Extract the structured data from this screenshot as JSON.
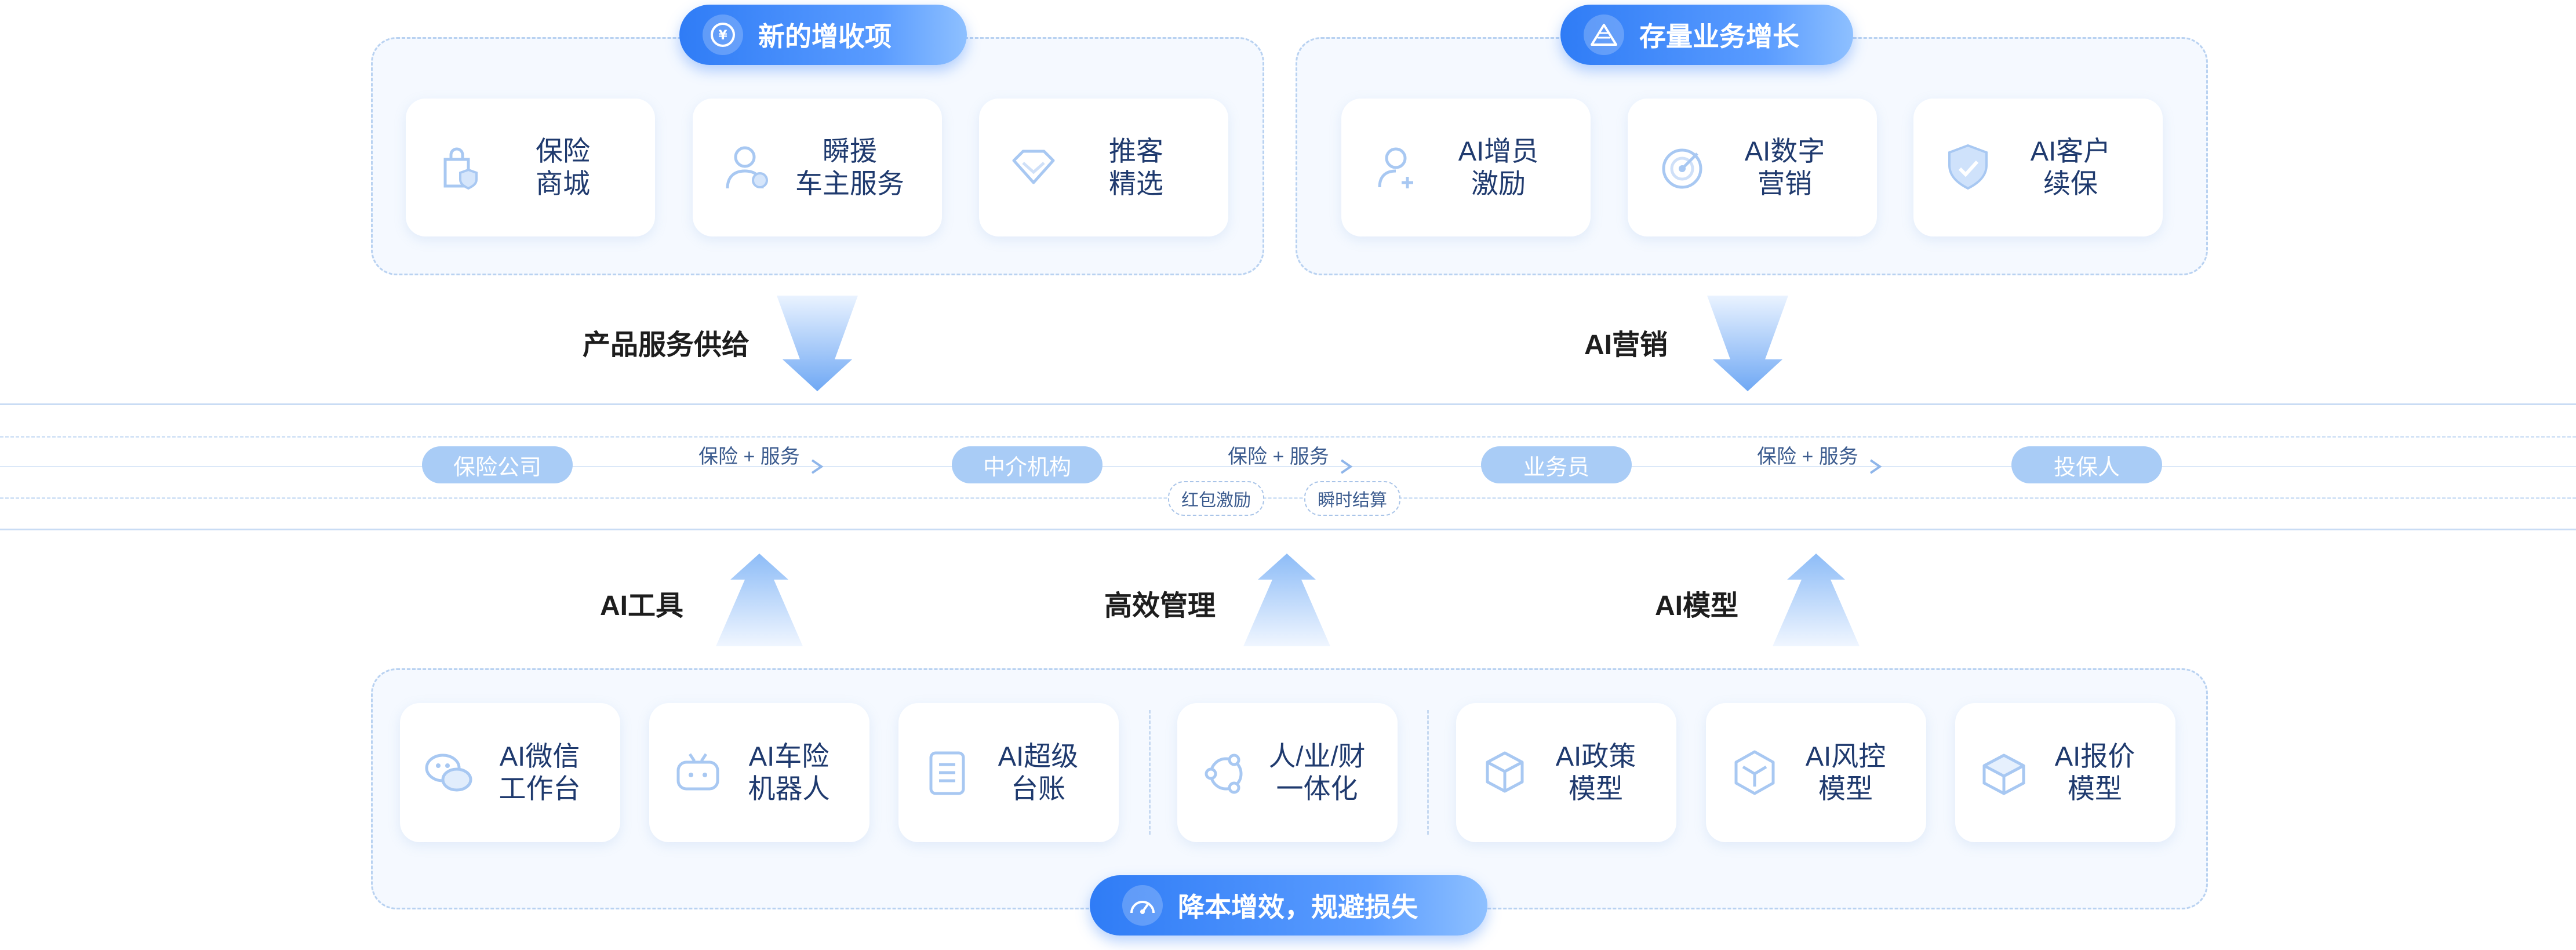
{
  "top_left": {
    "pill": "新的增收项",
    "cards": [
      {
        "label_1": "保险",
        "label_2": "商城"
      },
      {
        "label_1": "瞬援",
        "label_2": "车主服务"
      },
      {
        "label_1": "推客",
        "label_2": "精选"
      }
    ],
    "caption": "产品服务供给"
  },
  "top_right": {
    "pill": "存量业务增长",
    "cards": [
      {
        "label_1": "AI增员",
        "label_2": "激励"
      },
      {
        "label_1": "AI数字",
        "label_2": "营销"
      },
      {
        "label_1": "AI客户",
        "label_2": "续保"
      }
    ],
    "caption": "AI营销"
  },
  "flow": {
    "nodes": [
      "保险公司",
      "中介机构",
      "业务员",
      "投保人"
    ],
    "links": [
      "保险 + 服务",
      "保险 + 服务",
      "保险 + 服务"
    ],
    "tags": [
      "红包激励",
      "瞬时结算"
    ]
  },
  "bottom": {
    "captions": [
      "AI工具",
      "高效管理",
      "AI模型"
    ],
    "cards": [
      {
        "label_1": "AI微信",
        "label_2": "工作台"
      },
      {
        "label_1": "AI车险",
        "label_2": "机器人"
      },
      {
        "label_1": "AI超级",
        "label_2": "台账"
      },
      {
        "label_1": "人/业/财",
        "label_2": "一体化"
      },
      {
        "label_1": "AI政策",
        "label_2": "模型"
      },
      {
        "label_1": "AI风控",
        "label_2": "模型"
      },
      {
        "label_1": "AI报价",
        "label_2": "模型"
      }
    ],
    "pill": "降本增效，规避损失"
  },
  "colors": {
    "accent": "#2f7cf6",
    "node": "#a9ccf6",
    "panel_border": "#b9d2f1",
    "text": "#1f3a6e"
  }
}
